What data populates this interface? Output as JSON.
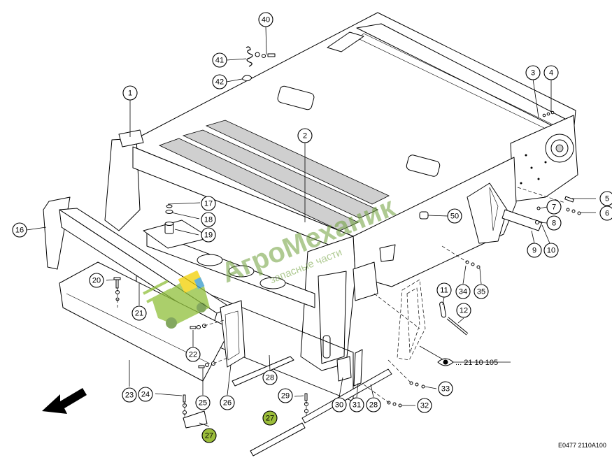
{
  "callouts": [
    {
      "id": "1",
      "label": "1"
    },
    {
      "id": "2",
      "label": "2"
    },
    {
      "id": "3",
      "label": "3"
    },
    {
      "id": "4",
      "label": "4"
    },
    {
      "id": "5",
      "label": "5"
    },
    {
      "id": "6",
      "label": "6"
    },
    {
      "id": "7",
      "label": "7"
    },
    {
      "id": "8",
      "label": "8"
    },
    {
      "id": "9",
      "label": "9"
    },
    {
      "id": "10",
      "label": "10"
    },
    {
      "id": "11",
      "label": "11"
    },
    {
      "id": "12",
      "label": "12"
    },
    {
      "id": "16",
      "label": "16"
    },
    {
      "id": "17",
      "label": "17"
    },
    {
      "id": "18",
      "label": "18"
    },
    {
      "id": "19",
      "label": "19"
    },
    {
      "id": "20",
      "label": "20"
    },
    {
      "id": "21",
      "label": "21"
    },
    {
      "id": "22",
      "label": "22"
    },
    {
      "id": "23",
      "label": "23"
    },
    {
      "id": "24",
      "label": "24"
    },
    {
      "id": "25",
      "label": "25"
    },
    {
      "id": "26",
      "label": "26"
    },
    {
      "id": "27a",
      "label": "27"
    },
    {
      "id": "27b",
      "label": "27"
    },
    {
      "id": "28a",
      "label": "28"
    },
    {
      "id": "28b",
      "label": "28"
    },
    {
      "id": "29",
      "label": "29"
    },
    {
      "id": "30",
      "label": "30"
    },
    {
      "id": "31",
      "label": "31"
    },
    {
      "id": "32",
      "label": "32"
    },
    {
      "id": "33",
      "label": "33"
    },
    {
      "id": "34",
      "label": "34"
    },
    {
      "id": "35",
      "label": "35"
    },
    {
      "id": "40",
      "label": "40"
    },
    {
      "id": "41",
      "label": "41"
    },
    {
      "id": "42",
      "label": "42"
    },
    {
      "id": "50",
      "label": "50"
    }
  ],
  "reference": {
    "text": "... 21 10 105",
    "icon": "eye-icon"
  },
  "drawing_code": "E0477 2110A100",
  "watermark": {
    "brand": "АгроМеханик",
    "tagline": "запасные части",
    "icon": "combine-harvester-icon"
  },
  "direction_arrow": {
    "icon": "travel-direction-arrow-icon"
  },
  "colors": {
    "highlight": "#9bbd3a",
    "watermark": "#6ea03a",
    "line": "#000000"
  }
}
